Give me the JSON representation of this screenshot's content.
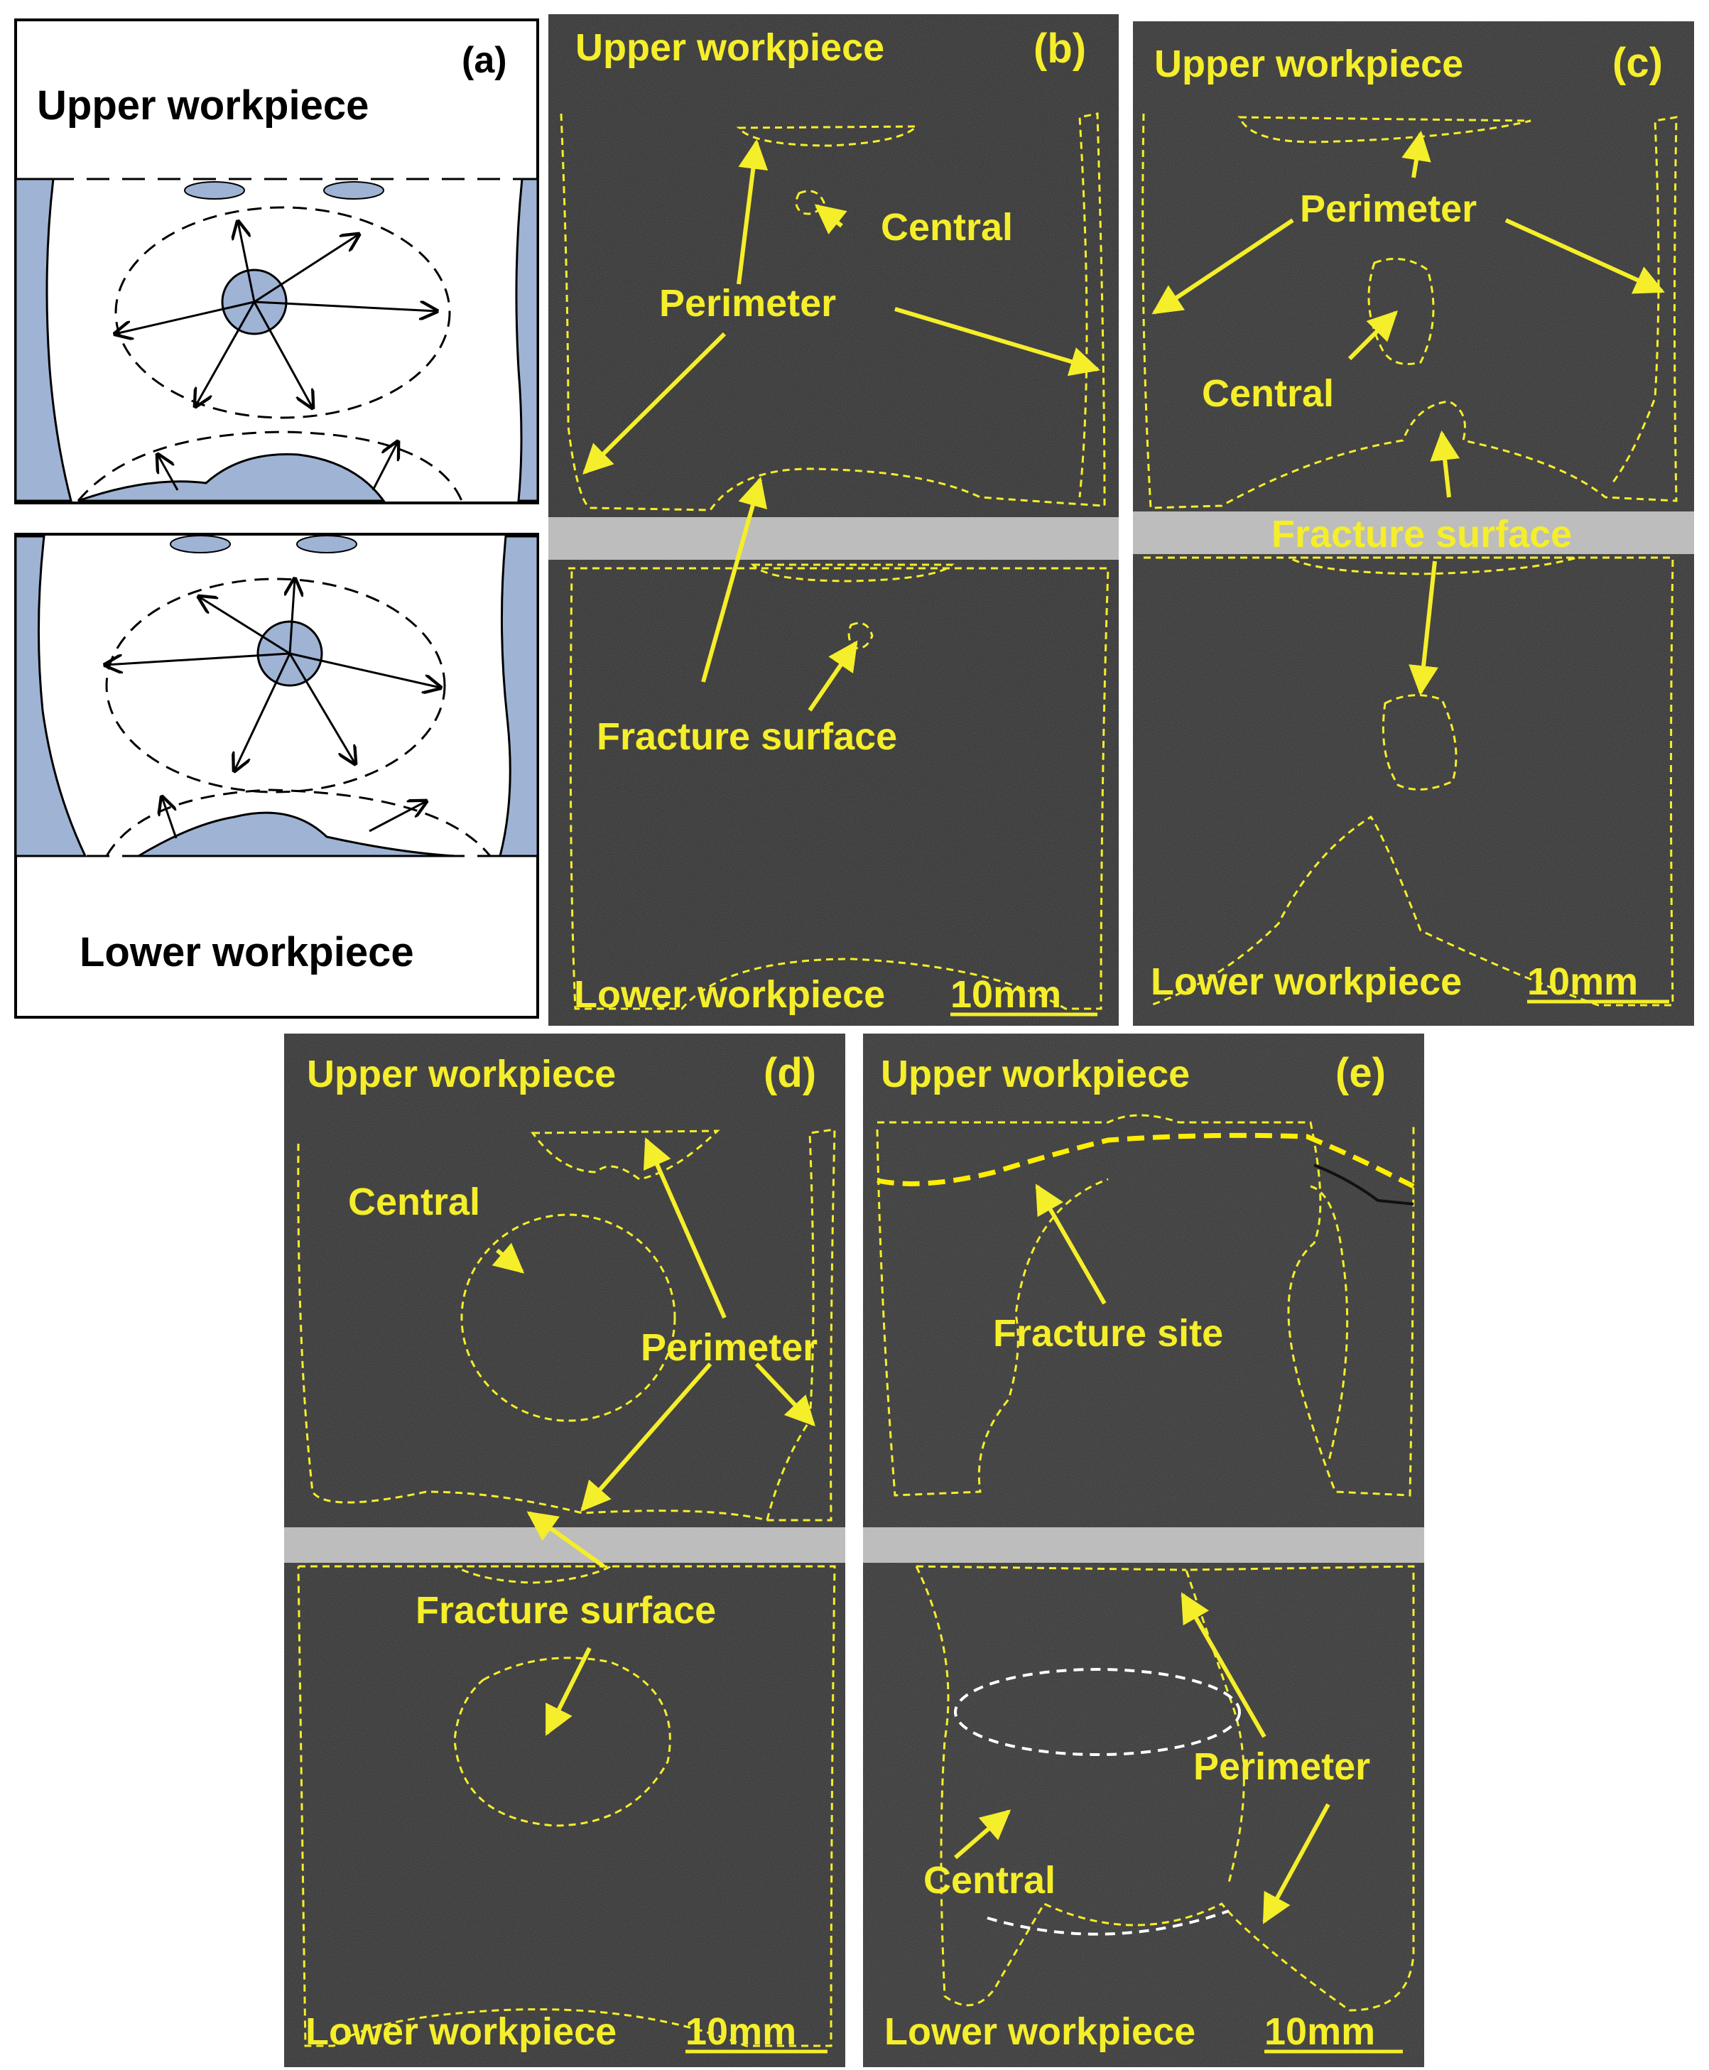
{
  "colors": {
    "annotation": "#f5ee2a",
    "photo_bg": "#2a2a2a",
    "schematic_fill": "#9fb3d4",
    "divider": "#bdbdbd"
  },
  "panel_a": {
    "tag": "(a)",
    "upper_label": "Upper workpiece",
    "lower_label": "Lower workpiece"
  },
  "panel_b": {
    "tag": "(b)",
    "upper_label": "Upper workpiece",
    "lower_label": "Lower workpiece",
    "scale": "10mm",
    "callouts": {
      "central": "Central",
      "perimeter": "Perimeter",
      "fracture": "Fracture surface"
    }
  },
  "panel_c": {
    "tag": "(c)",
    "upper_label": "Upper workpiece",
    "lower_label": "Lower workpiece",
    "scale": "10mm",
    "callouts": {
      "perimeter": "Perimeter",
      "central": "Central",
      "fracture": "Fracture surface"
    }
  },
  "panel_d": {
    "tag": "(d)",
    "upper_label": "Upper workpiece",
    "lower_label": "Lower workpiece",
    "scale": "10mm",
    "callouts": {
      "central": "Central",
      "perimeter": "Perimeter",
      "fracture": "Fracture surface"
    }
  },
  "panel_e": {
    "tag": "(e)",
    "upper_label": "Upper workpiece",
    "lower_label": "Lower workpiece",
    "scale": "10mm",
    "callouts": {
      "fracture_site": "Fracture site",
      "perimeter": "Perimeter",
      "central": "Central"
    }
  }
}
